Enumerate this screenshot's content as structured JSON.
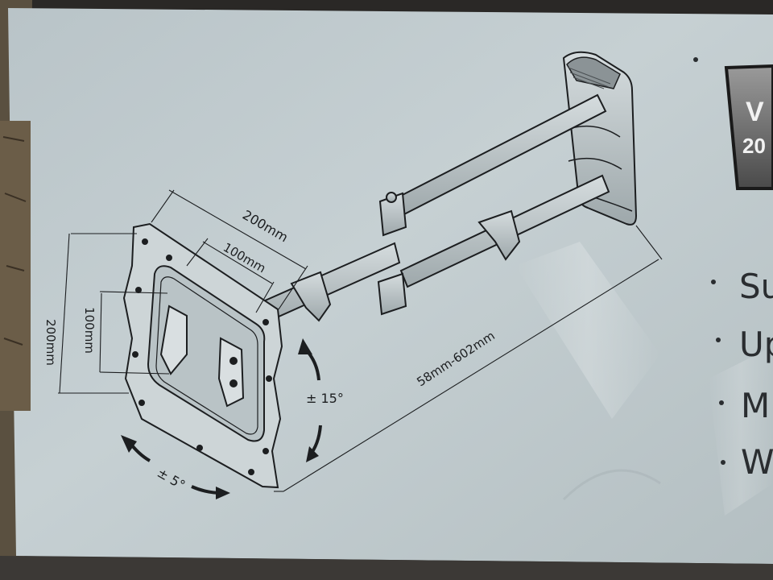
{
  "box": {
    "card_color": "#c3cdd0",
    "line_color": "#1c1e20",
    "badge_color": "#2b2b2b"
  },
  "dimensions": {
    "plate_width_outer": "200mm",
    "plate_width_inner": "100mm",
    "plate_height_outer": "200mm",
    "plate_height_inner": "100mm",
    "arm_extension": "58mm-602mm",
    "tilt": "± 15°",
    "swivel": "± 5°"
  },
  "badge": {
    "line1": "V",
    "line2": "20"
  },
  "features": [
    {
      "text": "Su"
    },
    {
      "text": "Up"
    },
    {
      "text": "M"
    },
    {
      "text": "W"
    }
  ]
}
